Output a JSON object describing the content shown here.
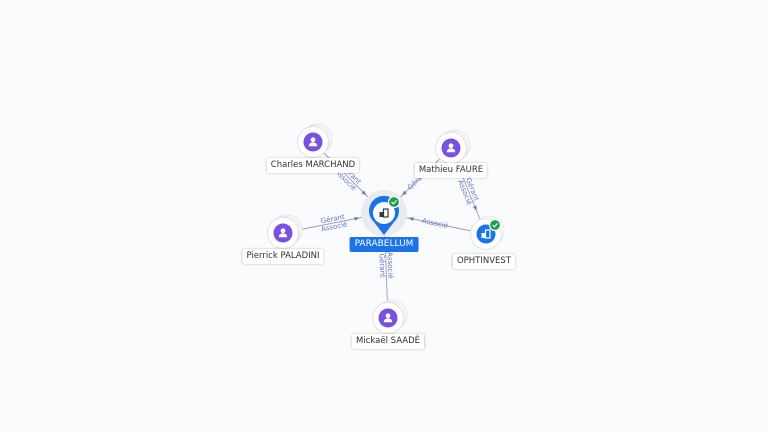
{
  "center": {
    "name": "PARABELLUM",
    "verified": true,
    "icon": "company-icon"
  },
  "people": [
    {
      "id": "charles",
      "name": "Charles MARCHAND",
      "icon": "person-icon"
    },
    {
      "id": "mathieu",
      "name": "Mathieu FAURE",
      "icon": "person-icon"
    },
    {
      "id": "pierrick",
      "name": "Pierrick PALADINI",
      "icon": "person-icon"
    },
    {
      "id": "mickael",
      "name": "Mickaël SAADÉ",
      "icon": "person-icon"
    }
  ],
  "companies": [
    {
      "id": "ophtinvest",
      "name": "OPHTINVEST",
      "verified": true,
      "icon": "company-icon"
    }
  ],
  "edges": [
    {
      "from": "charles",
      "to": "parabellum",
      "roles": [
        "Gérant",
        "Associé"
      ]
    },
    {
      "from": "mathieu",
      "to": "parabellum",
      "roles": [
        "Gérant"
      ]
    },
    {
      "from": "pierrick",
      "to": "parabellum",
      "roles": [
        "Gérant",
        "Associé"
      ]
    },
    {
      "from": "mickael",
      "to": "parabellum",
      "roles": [
        "Gérant",
        "Associé"
      ]
    },
    {
      "from": "ophtinvest",
      "to": "parabellum",
      "roles": [
        "Associé"
      ]
    },
    {
      "from": "mathieu",
      "to": "ophtinvest",
      "roles": [
        "Gérant",
        "Associé"
      ]
    }
  ],
  "colors": {
    "person": "#7b4fe0",
    "company": "#1a73e8",
    "verified": "#1e9e4a",
    "edge": "#9a9fb0",
    "edge_label": "#6f73c9"
  }
}
